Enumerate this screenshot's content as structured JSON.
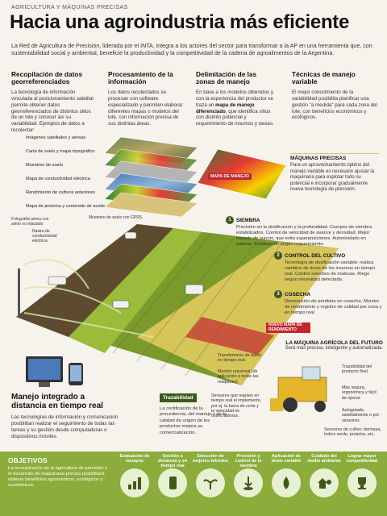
{
  "header": {
    "kicker": "AGRICULTURA Y MÁQUINAS PRECISAS",
    "title": "Hacia una agroindustria más eficiente",
    "lead": "La Red de Agricultura de Precisión, liderada por el INTA, integra a los actores del sector para transformar a la AP en una herramienta que, con sustentabilidad social y ambiental, beneficie la productividad y la competitividad de la cadena de agroalimentos de la Argentina."
  },
  "columns": [
    {
      "title": "Recopilación de datos georreferenciados",
      "text": "La tecnología de información vinculada al posicionamiento satelital permite obtener datos georreferenciados de distintos sitios de un lote y conocer así su variabilidad. Ejemplos de datos a recolectar:"
    },
    {
      "title": "Procesamiento de la información",
      "text": "Los datos recolectados se procesan con software especializado y permiten elaborar diferentes mapas o modelos del lote, con información precisa de sus distintas áreas."
    },
    {
      "title": "Delimitación de las zonas de manejo",
      "text_a": "En base a los modelos obtenidos y con la experiencia del productor se traza un ",
      "text_b": "mapa de manejo diferenciado",
      "text_c": ", que identifica sitios con distinto potencial y requerimiento de insumos y tareas."
    },
    {
      "title": "Técnicas de manejo variable",
      "text": "El mejor conocimiento de la variabilidad posibilita planificar una gestión \"a medida\" para cada zona del lote, con beneficios económicos y ecológicos."
    }
  ],
  "layers": [
    "Imágenes satelitales y aéreas",
    "Carta de suelo y mapa topográfico",
    "Muestreo de suelo",
    "Mapa de conductividad eléctrica",
    "Rendimiento de cultivos anteriores",
    "Mapa de proteína y contenido de aceite"
  ],
  "map_tag": "MAPA DE MANEJO",
  "machines": {
    "title": "MÁQUINAS PRECISAS",
    "text": "Para un aprovechamiento óptimo del manejo variable es necesario ajustar la maquinaria para explotar todo su potencial e incorporar gradualmente nueva tecnología de precisión."
  },
  "stages": [
    {
      "num": "1",
      "title": "SIEMBRA",
      "text": "Precisión en la dosificación y la profundidad. Cuerpos de siembra estabilizados. Control de velocidad de avance y densidad. Mejor trazado de surcos, que evita superposiciones. Autonivelado en laderas. Fertilización según requerimiento."
    },
    {
      "num": "2",
      "title": "CONTROL DEL CULTIVO",
      "text": "Tecnología de dosificación variable: realiza cambios de dosis de los insumos en tiempo real. Control selectivo de malezas. Riego según necesidad detectada."
    },
    {
      "num": "3",
      "title": "COSECHA",
      "text": "Disminución de pérdidas en cosecha. Monitor de rendimiento y registro de calidad por zona y en tiempo real."
    }
  ],
  "field_labels": {
    "photos": "Fotografía aérea con avión no tripulado",
    "conductivity": "Rastra de conductividad eléctrica",
    "gps": "Muestreo de suelo con GPRS",
    "yield_map": "NUEVO MAPA DE RENDIMIENTO"
  },
  "future": {
    "title": "LA MÁQUINA AGRÍCOLA DEL FUTURO",
    "text": "Será más precisa, inteligente y automatizada."
  },
  "management": {
    "title": "Manejo integrado a distancia en tiempo real",
    "text": "Las tecnologías de información y comunicación posibilitan realizar el seguimiento de todas las tareas y su gestión desde computadoras o dispositivos móviles."
  },
  "traceability": {
    "tag": "Trazabilidad",
    "text": "La certificación de la procedencia, del manejo y de la calidad de origen de los productos mejora su comercialización."
  },
  "machine_notes": {
    "transfer": "Transferencia de datos en tiempo real.",
    "monitor": "Monitor universal (de aplicación a todas las máquinas).",
    "sensors": "Sensores que regulan en tiempo real el implemento, por ej. la barra de corte y la velocidad en cosechadoras.",
    "trace": "Trazabilidad del producto final.",
    "ergonomic": "Más segura, ergonómica y fácil de operar.",
    "auto": "Autoguiada satelitalmente o por sensores.",
    "biomass": "Sensores de cultivo: biomasa, índice verde, proteína, etc."
  },
  "objectives": {
    "title": "OBJETIVOS",
    "text": "La incorporación de la agricultura de precisión y el desarrollo de maquinaria precisa posibilitará obtener beneficios agronómicos, ecológicos y económicos."
  },
  "goals": [
    {
      "label": "Evaluación de ensayos",
      "icon": "chart-icon"
    },
    {
      "label": "Gestión a distancia y en tiempo real",
      "icon": "phone-icon"
    },
    {
      "label": "Selección de mejores híbridos",
      "icon": "sprout-icon"
    },
    {
      "label": "Precisión y control de la siembra",
      "icon": "seed-drill-icon"
    },
    {
      "label": "Aplicación de dosis variable",
      "icon": "drop-icon"
    },
    {
      "label": "Cuidado del medio ambiente",
      "icon": "house-tree-icon"
    },
    {
      "label": "Lograr mayor competitividad",
      "icon": "trophy-icon"
    }
  ],
  "colors": {
    "accent_green": "#8cac3b",
    "dark_green": "#3d5a1a",
    "red": "#c1272d"
  }
}
